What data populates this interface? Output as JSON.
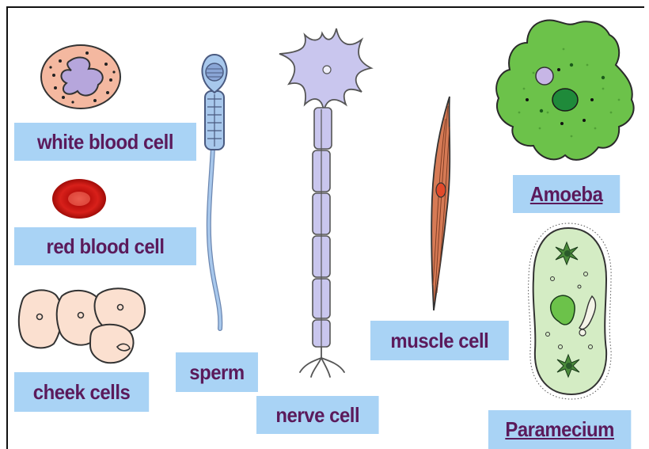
{
  "labels": {
    "white_blood_cell": "white blood cell",
    "red_blood_cell": "red blood cell",
    "cheek_cells": "cheek cells",
    "sperm": "sperm",
    "nerve_cell": "nerve cell",
    "muscle_cell": "muscle cell",
    "amoeba": "Amoeba",
    "paramecium": "Paramecium"
  },
  "colors": {
    "label_bg": "#a9d3f5",
    "label_text": "#5b1a5b",
    "white_blood_cell": "#f4b8a0",
    "red_blood_cell": "#d8201a",
    "cheek_cells": "#fbe0d0",
    "sperm": "#a8c8ec",
    "nerve_cell": "#c9c6ee",
    "muscle_cell": "#d67a55",
    "amoeba": "#6cc24a",
    "paramecium": "#d4ecc4"
  }
}
